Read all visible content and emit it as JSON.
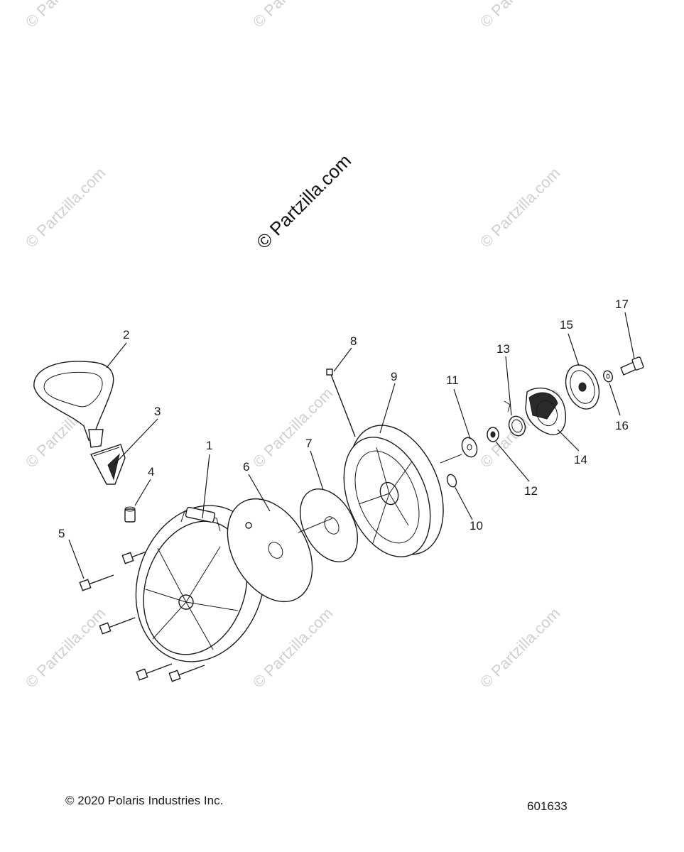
{
  "watermark": {
    "small_text": "© Partzilla.com",
    "big_text": "© Partzilla.com"
  },
  "callouts": [
    {
      "label": "1"
    },
    {
      "label": "2"
    },
    {
      "label": "3"
    },
    {
      "label": "4"
    },
    {
      "label": "5"
    },
    {
      "label": "6"
    },
    {
      "label": "7"
    },
    {
      "label": "8"
    },
    {
      "label": "9"
    },
    {
      "label": "10"
    },
    {
      "label": "11"
    },
    {
      "label": "12"
    },
    {
      "label": "13"
    },
    {
      "label": "14"
    },
    {
      "label": "15"
    },
    {
      "label": "16"
    },
    {
      "label": "17"
    }
  ],
  "footer": {
    "copyright": "© 2020 Polaris Industries Inc.",
    "drawing_number": "601633"
  }
}
